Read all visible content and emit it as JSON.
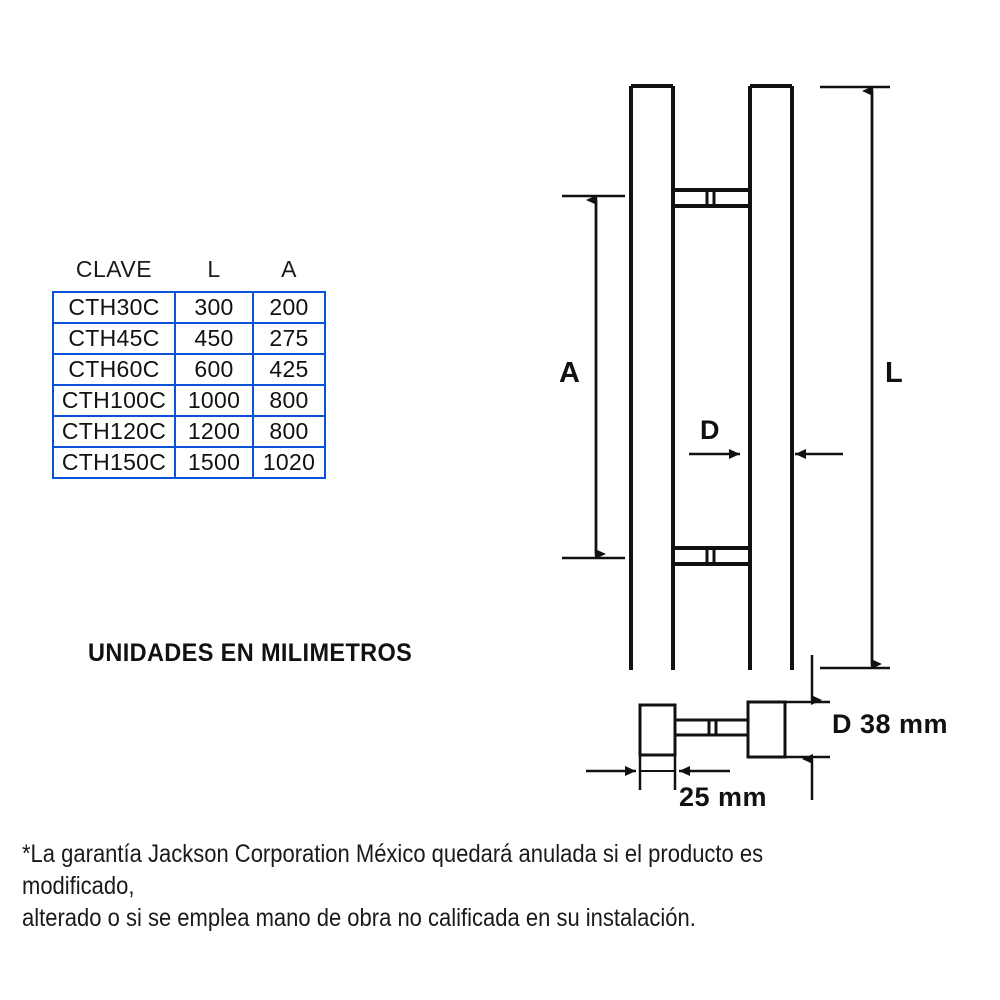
{
  "document": {
    "type": "technical-drawing",
    "title_implicit": "Jaladera tubular CTH - dimensiones",
    "units_note": "UNIDADES EN MILIMETROS",
    "footer_note": "*La garantía Jackson Corporation México quedará anulada si el producto es modificado,\nalterado o si se emplea mano de obra no calificada en su instalación."
  },
  "spec_table": {
    "headers": [
      "CLAVE",
      "L",
      "A"
    ],
    "rows": [
      {
        "clave": "CTH30C",
        "L": "300",
        "A": "200"
      },
      {
        "clave": "CTH45C",
        "L": "450",
        "A": "275"
      },
      {
        "clave": "CTH60C",
        "L": "600",
        "A": "425"
      },
      {
        "clave": "CTH100C",
        "L": "1000",
        "A": "800"
      },
      {
        "clave": "CTH120C",
        "L": "1200",
        "A": "800"
      },
      {
        "clave": "CTH150C",
        "L": "1500",
        "A": "1020"
      }
    ],
    "border_color": "#0a53d8"
  },
  "drawing": {
    "labels": {
      "A": "A",
      "L": "L",
      "D": "D",
      "D_value": "D  38 mm",
      "width_value": "25 mm"
    },
    "line_color": "#111111"
  },
  "chart_data": {
    "type": "table",
    "title": "CLAVE / L / A",
    "categories": [
      "CTH30C",
      "CTH45C",
      "CTH60C",
      "CTH100C",
      "CTH120C",
      "CTH150C"
    ],
    "series": [
      {
        "name": "L",
        "values": [
          300,
          450,
          600,
          1000,
          1200,
          1500
        ]
      },
      {
        "name": "A",
        "values": [
          200,
          275,
          425,
          800,
          800,
          1020
        ]
      }
    ],
    "xlabel": "CLAVE",
    "ylabel": "mm",
    "annotations": [
      "UNIDADES EN MILIMETROS",
      "D = 38 mm",
      "25 mm"
    ]
  }
}
